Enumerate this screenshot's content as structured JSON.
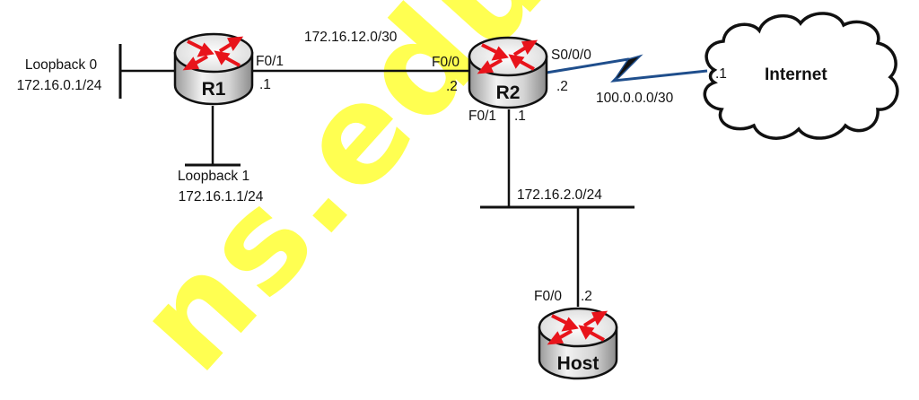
{
  "watermark": "ns.edu.vn",
  "colors": {
    "serial_link": "#1f4e8c",
    "arrow_red": "#e8141b",
    "watermark_yellow": "#ffff33"
  },
  "devices": {
    "r1": {
      "name": "R1",
      "icon": "router-icon"
    },
    "r2": {
      "name": "R2",
      "icon": "router-icon"
    },
    "host": {
      "name": "Host",
      "icon": "router-icon"
    },
    "internet": {
      "name": "Internet",
      "icon": "cloud-icon"
    }
  },
  "loopbacks": {
    "lo0": {
      "name": "Loopback 0",
      "address": "172.16.0.1/24"
    },
    "lo1": {
      "name": "Loopback 1",
      "address": "172.16.1.1/24"
    }
  },
  "links": {
    "r1_r2": {
      "network": "172.16.12.0/30",
      "r1_if": "F0/1",
      "r1_host": ".1",
      "r2_if": "F0/0",
      "r2_host": ".2"
    },
    "r2_internet": {
      "network": "100.0.0.0/30",
      "r2_if": "S0/0/0",
      "r2_host": ".2",
      "isp_host": ".1"
    },
    "r2_lan": {
      "network": "172.16.2.0/24",
      "r2_if": "F0/1",
      "r2_host": ".1",
      "host_if": "F0/0",
      "host_host": ".2"
    }
  }
}
